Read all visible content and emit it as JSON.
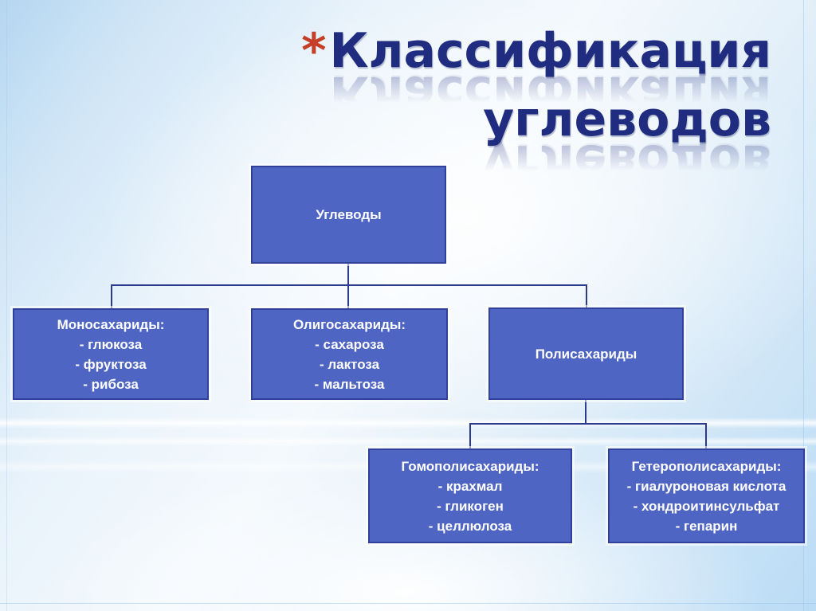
{
  "title": {
    "bullet": "*",
    "line1": "Классификация",
    "line2": "углеводов"
  },
  "diagram": {
    "root": {
      "label": "Углеводы"
    },
    "level2": [
      {
        "title": "Моносахариды:",
        "items": [
          "- глюкоза",
          "- фруктоза",
          "- рибоза"
        ]
      },
      {
        "title": "Олигосахариды:",
        "items": [
          "- сахароза",
          "- лактоза",
          "- мальтоза"
        ]
      },
      {
        "title": "Полисахариды",
        "items": []
      }
    ],
    "level3": [
      {
        "title": "Гомополисахариды:",
        "items": [
          "- крахмал",
          "- гликоген",
          "- целлюлоза"
        ]
      },
      {
        "title": "Гетерополисахариды:",
        "items": [
          "- гиалуроновая кислота",
          "- хондроитинсульфат",
          "- гепарин"
        ]
      }
    ]
  },
  "colors": {
    "box_fill": "#4f65c4",
    "box_border": "#31409b",
    "box_text": "#ffffff",
    "connector": "#2c3a8c",
    "title_text": "#1f2c7f",
    "bullet_red": "#c43e28",
    "background_light_blue": "#bfdef5"
  }
}
